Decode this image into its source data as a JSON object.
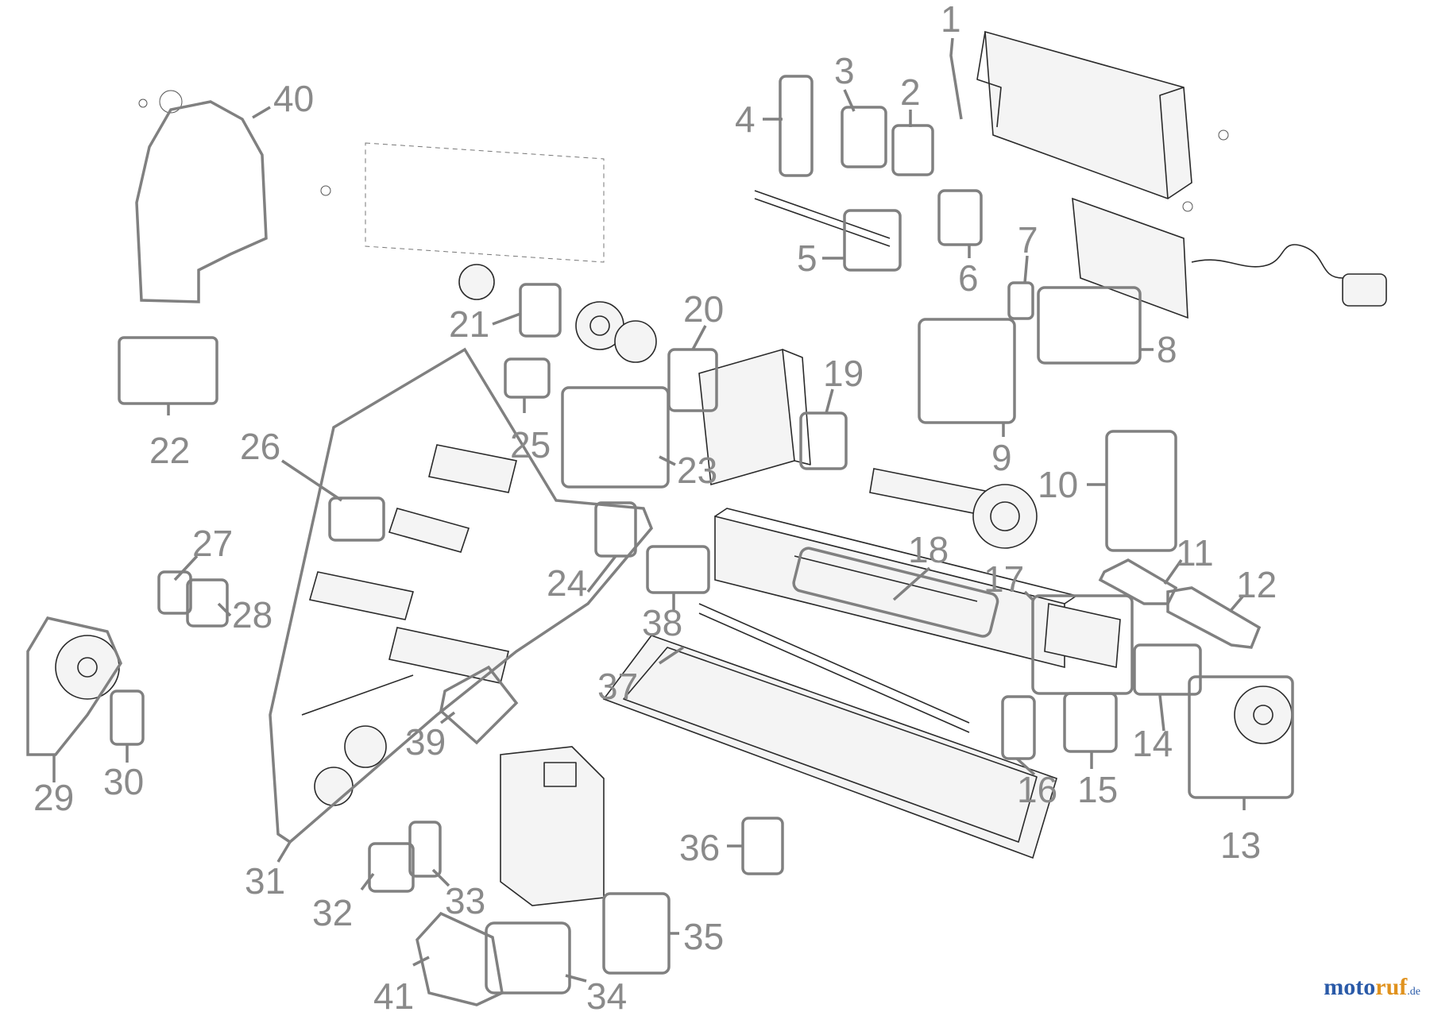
{
  "parts": [
    {
      "number": "1"
    },
    {
      "number": "2"
    },
    {
      "number": "3"
    },
    {
      "number": "4"
    },
    {
      "number": "5"
    },
    {
      "number": "6"
    },
    {
      "number": "7"
    },
    {
      "number": "8"
    },
    {
      "number": "9"
    },
    {
      "number": "10"
    },
    {
      "number": "11"
    },
    {
      "number": "12"
    },
    {
      "number": "13"
    },
    {
      "number": "14"
    },
    {
      "number": "15"
    },
    {
      "number": "16"
    },
    {
      "number": "17"
    },
    {
      "number": "18"
    },
    {
      "number": "19"
    },
    {
      "number": "20"
    },
    {
      "number": "21"
    },
    {
      "number": "22"
    },
    {
      "number": "23"
    },
    {
      "number": "24"
    },
    {
      "number": "25"
    },
    {
      "number": "26"
    },
    {
      "number": "27"
    },
    {
      "number": "28"
    },
    {
      "number": "29"
    },
    {
      "number": "30"
    },
    {
      "number": "31"
    },
    {
      "number": "32"
    },
    {
      "number": "33"
    },
    {
      "number": "34"
    },
    {
      "number": "35"
    },
    {
      "number": "36"
    },
    {
      "number": "37"
    },
    {
      "number": "38"
    },
    {
      "number": "39"
    },
    {
      "number": "40"
    },
    {
      "number": "41"
    }
  ],
  "watermark": {
    "part1": "moto",
    "part2": "ruf",
    "tld": ".de"
  },
  "colors": {
    "label": "#8a8a8a",
    "outline": "#808080",
    "line_art": "#2a2a2a",
    "brand_blue": "#2a5aa8",
    "brand_orange": "#e0921e"
  }
}
